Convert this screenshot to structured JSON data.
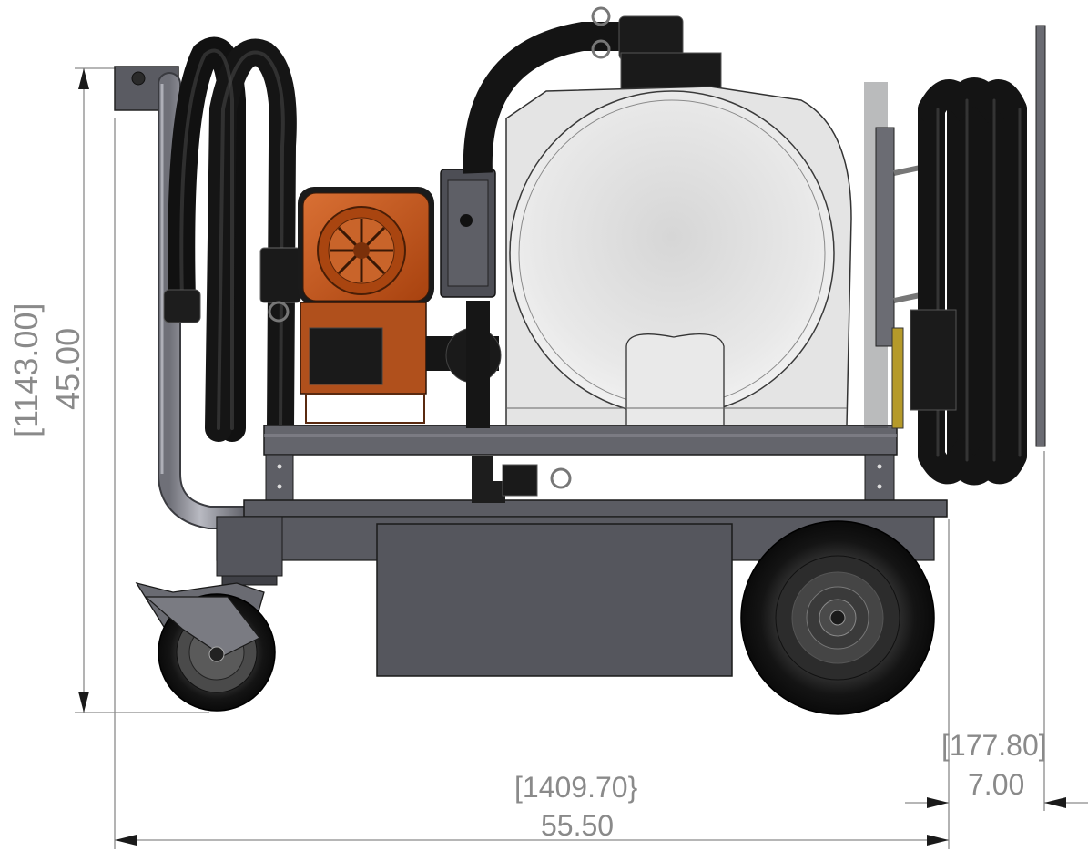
{
  "dimensions": {
    "height_mm": "[1143.00]",
    "height_in": "45.00",
    "length_mm": "[1409.70}",
    "length_in": "55.50",
    "offset_mm": "[177.80]",
    "offset_in": "7.00"
  },
  "colors": {
    "frame": "#58595e",
    "frame_light": "#9a9ba3",
    "motor": "#c2561d",
    "hose": "#1a1a1a",
    "tank": "#dedede",
    "dimension_line": "#8a8a8a"
  }
}
